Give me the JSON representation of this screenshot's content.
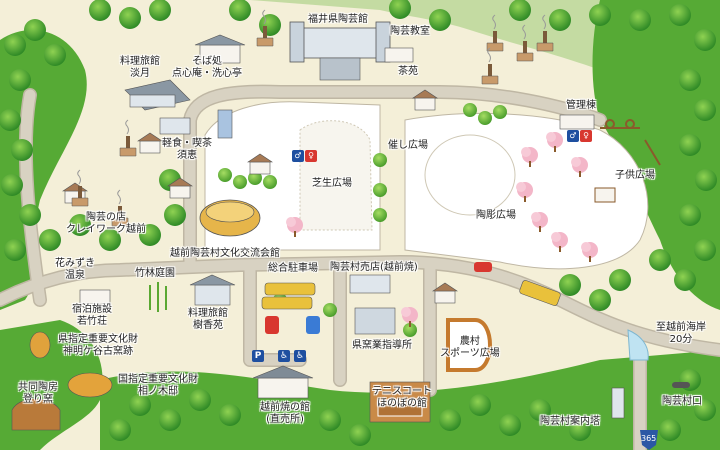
{
  "map": {
    "colors": {
      "ground": "#f4efd8",
      "road": "#d8d2c2",
      "road_edge": "#bfb7a4",
      "tree": "#3f9a2f",
      "tree_light": "#6fbf3f",
      "river": "#bfe3f2",
      "lawn": "#ffffff",
      "building": "#dfe6ec",
      "accent": "#d8372f"
    },
    "labels": {
      "tougeikan": "福井県陶芸館",
      "tougei_kyoushitsu": "陶芸教室",
      "chaen": "茶苑",
      "soba": "そば処\n点心庵・洗心亭",
      "ryouri_awaji": "料理旅館\n淡月",
      "keishoku": "軽食・喫茶\n須恵",
      "kanri": "管理棟",
      "saiyama": "催し広場",
      "kodomo": "子供広場",
      "shibafu": "芝生広場",
      "touchou": "陶彫広場",
      "tougei_mise": "陶芸の店\nクレイワーク越前",
      "koryukaikan": "越前陶芸村文化交流会館",
      "hanamizuki": "花みずき\n温泉",
      "chikurin": "竹林庭園",
      "shukuhaku": "宿泊施設\n若竹荘",
      "juuyou1": "県指定重要文化財\n神明ケ谷古窯跡",
      "ryouri_kikou": "料理旅館\n樹香苑",
      "chushajo": "総合駐車場",
      "baiten": "陶芸村売店(越前焼)",
      "kougyou": "県窯業指導所",
      "sports": "農村\nスポーツ広場",
      "kyoudou": "共同陶房\n登り窯",
      "juuyou2": "国指定重要文化財\n相ノ木邸",
      "echizenyaki": "越前焼の館\n(直売所)",
      "tennis": "テニスコート\nほのぼの館",
      "kaigan": "至越前海岸\n20分",
      "muraguchi": "陶芸村口",
      "annaitou": "陶芸村案内塔",
      "route": "365"
    },
    "icons": [
      "wc-icon",
      "wc-icon",
      "wc-icon",
      "wc-icon",
      "disabled-icon",
      "disabled-icon",
      "parking-icon",
      "bus-icon",
      "car-icon",
      "kiln-icon",
      "pagoda-icon",
      "traffic-light-icon",
      "route-365-icon"
    ]
  }
}
